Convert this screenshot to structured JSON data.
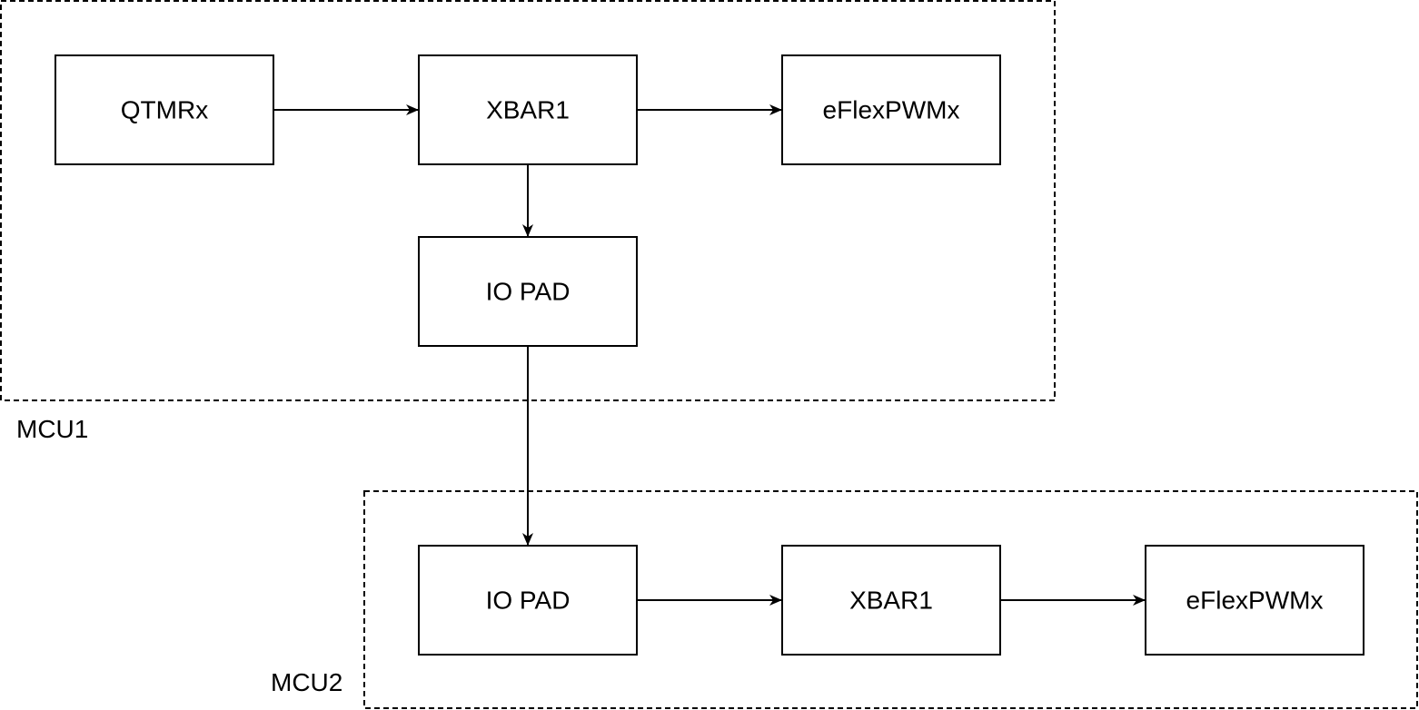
{
  "groups": {
    "mcu1": {
      "label": "MCU1"
    },
    "mcu2": {
      "label": "MCU2"
    }
  },
  "nodes": {
    "mcu1_qtmr": {
      "label": "QTMRx"
    },
    "mcu1_xbar": {
      "label": "XBAR1"
    },
    "mcu1_pwm": {
      "label": "eFlexPWMx"
    },
    "mcu1_iopad": {
      "label": "IO PAD"
    },
    "mcu2_iopad": {
      "label": "IO PAD"
    },
    "mcu2_xbar": {
      "label": "XBAR1"
    },
    "mcu2_pwm": {
      "label": "eFlexPWMx"
    }
  },
  "edges": [
    {
      "from": "mcu1_qtmr",
      "to": "mcu1_xbar"
    },
    {
      "from": "mcu1_xbar",
      "to": "mcu1_pwm"
    },
    {
      "from": "mcu1_xbar",
      "to": "mcu1_iopad"
    },
    {
      "from": "mcu1_iopad",
      "to": "mcu2_iopad"
    },
    {
      "from": "mcu2_iopad",
      "to": "mcu2_xbar"
    },
    {
      "from": "mcu2_xbar",
      "to": "mcu2_pwm"
    }
  ],
  "colors": {
    "stroke": "#000000",
    "background": "#ffffff"
  }
}
